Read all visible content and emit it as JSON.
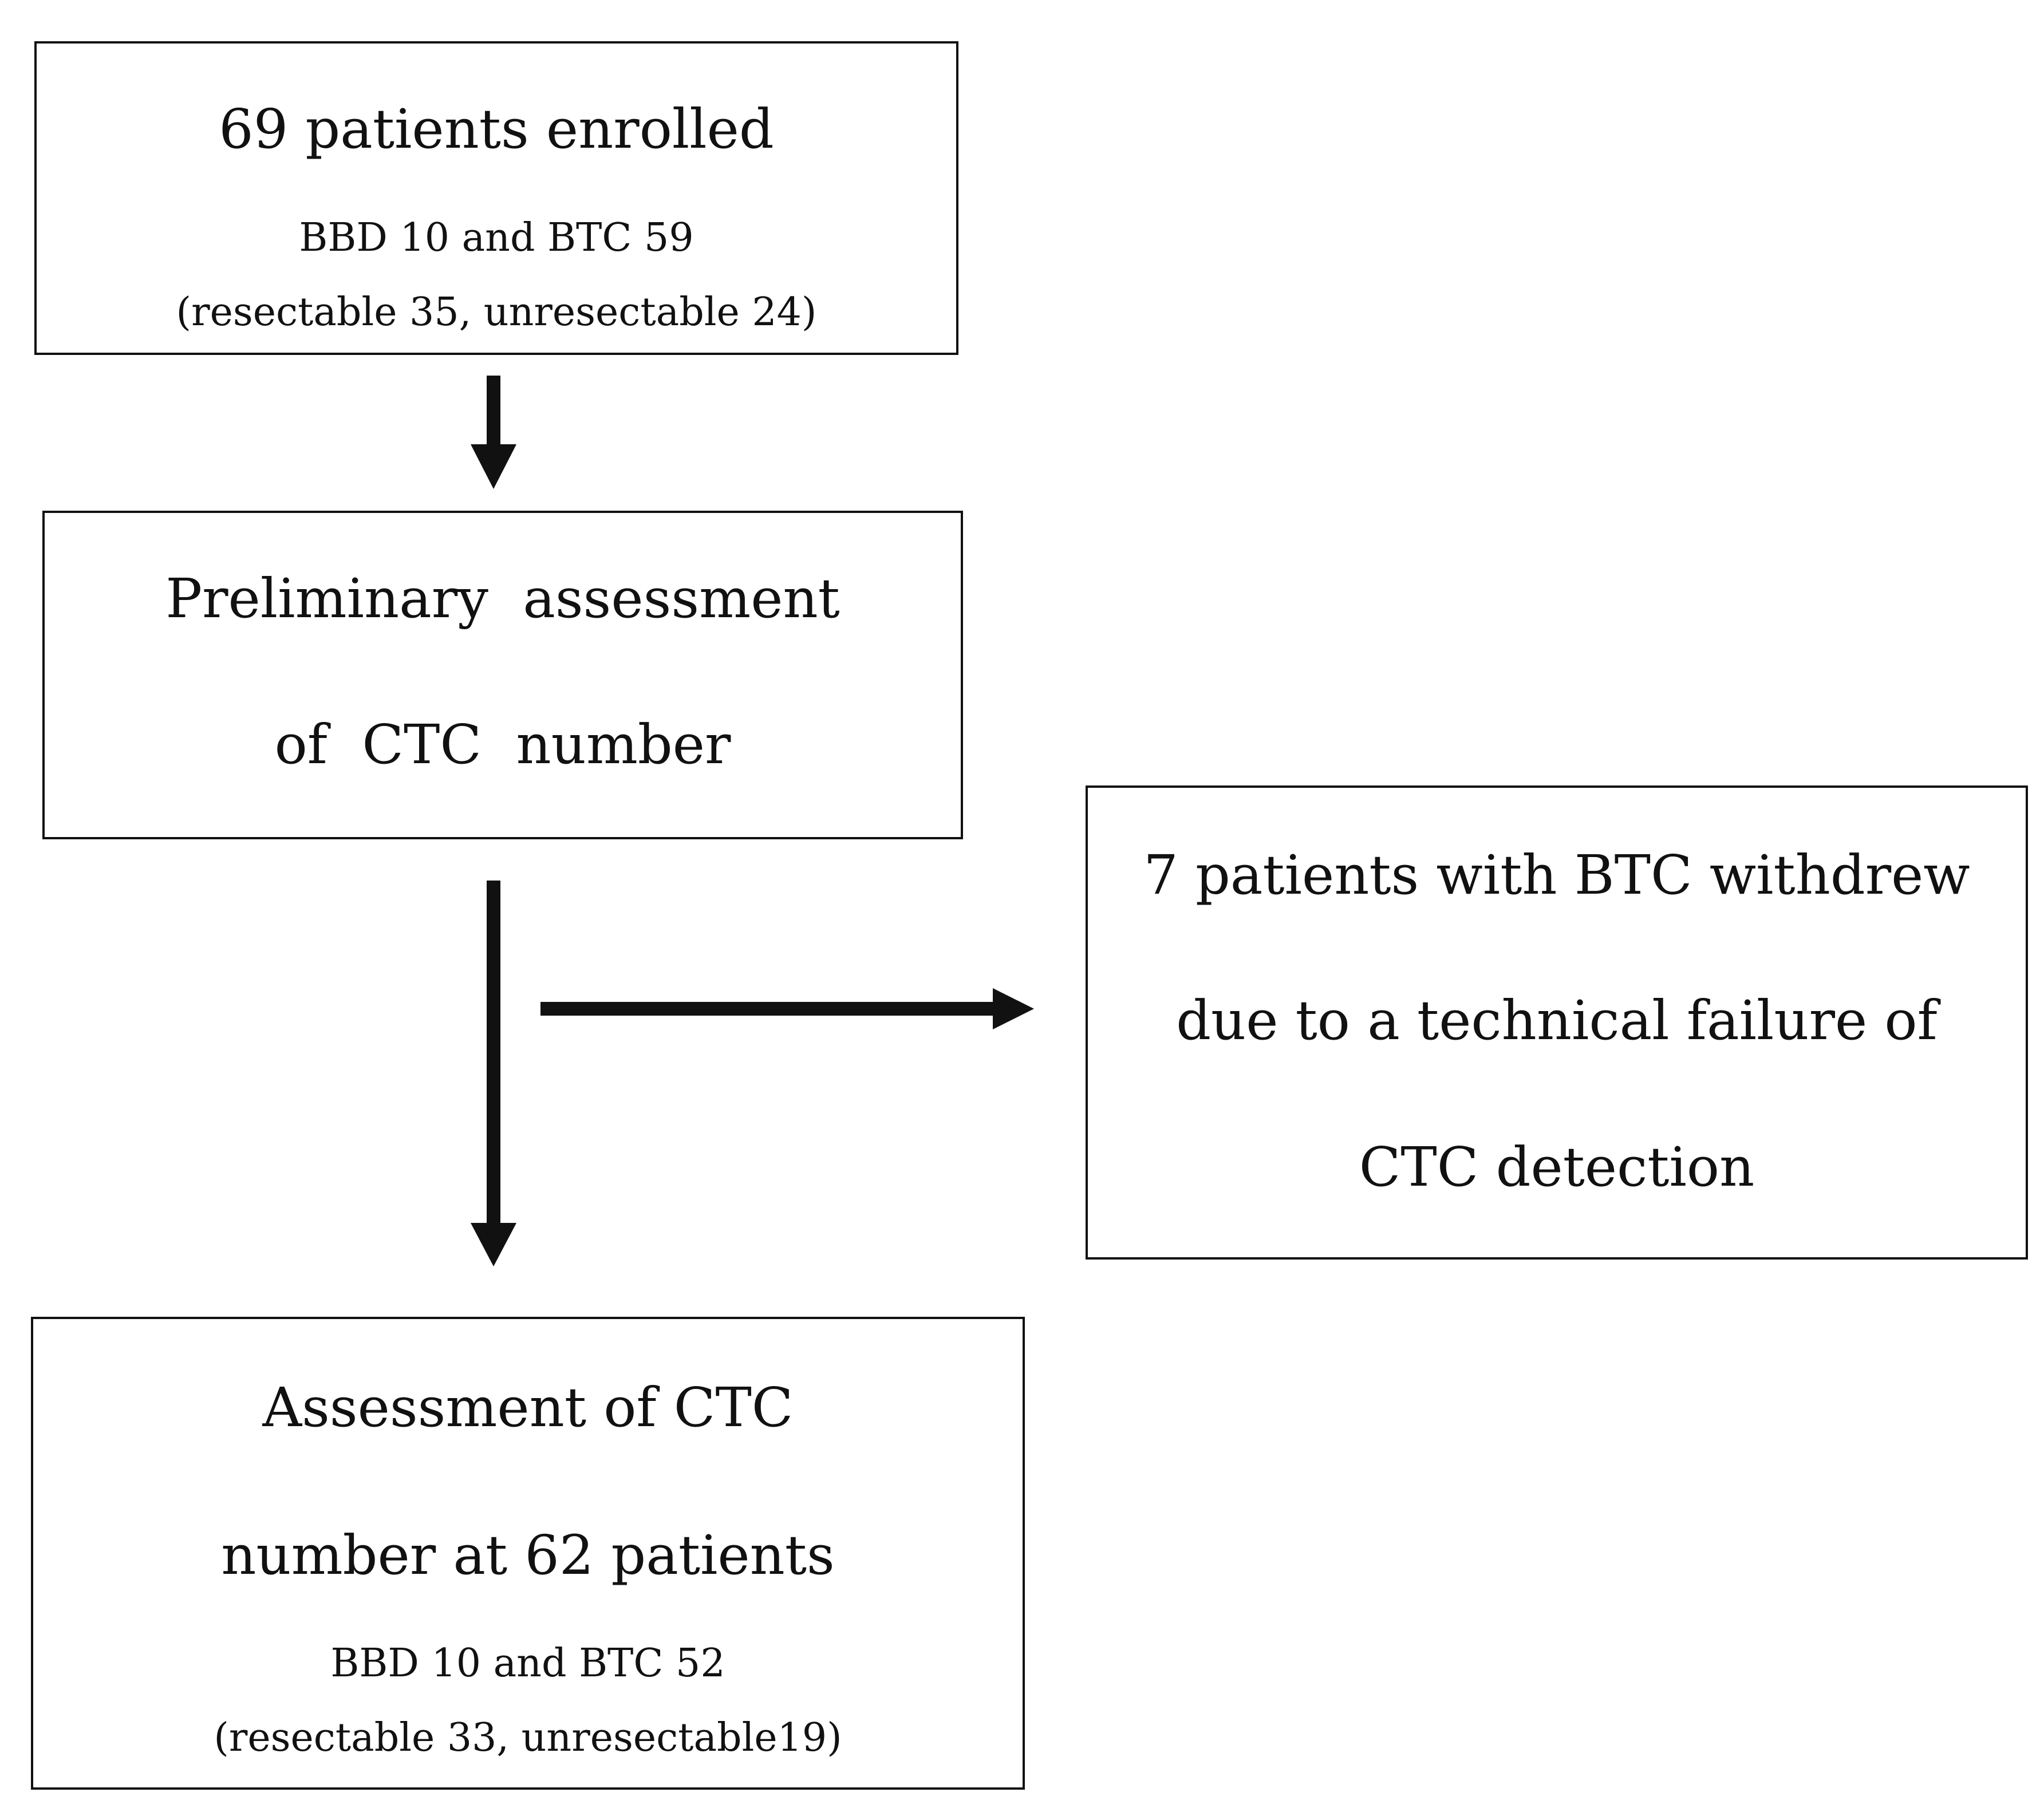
{
  "boxes": {
    "enrolled": {
      "title": "69 patients enrolled",
      "line2": "BBD 10 and BTC 59",
      "line3": "(resectable 35, unresectable 24)"
    },
    "preliminary": {
      "line1": "Preliminary  assessment",
      "line2": "of  CTC  number"
    },
    "withdrew": {
      "line1": "7 patients with BTC withdrew",
      "line2": "due to a technical failure of",
      "line3": "CTC detection"
    },
    "final": {
      "line1": "Assessment of CTC",
      "line2": "number at 62 patients",
      "line3": "BBD 10 and BTC 52",
      "line4": "(resectable 33, unresectable19)"
    }
  },
  "colors": {
    "stroke": "#111111",
    "background": "#ffffff"
  }
}
